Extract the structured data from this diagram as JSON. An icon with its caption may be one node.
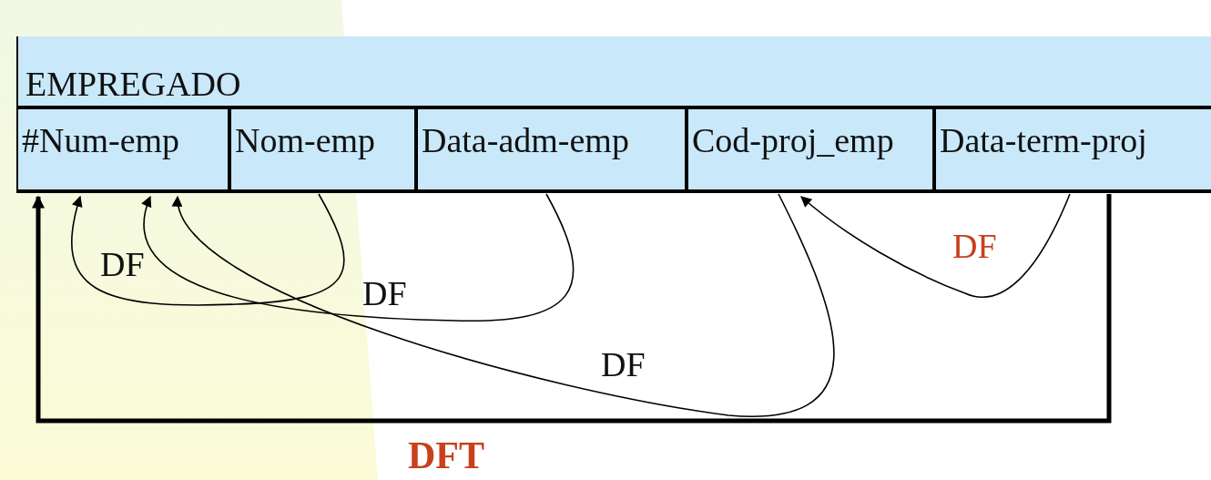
{
  "diagram": {
    "nodes": [
      {
        "text": [
          "EMPREGADO"
        ]
      },
      {
        "text": [
          "#Num-emp"
        ],
        "in": 0
      },
      {
        "text": [
          "Nom-emp"
        ],
        "in": 0
      },
      {
        "text": [
          "Data-adm-emp"
        ],
        "in": 0
      },
      {
        "text": [
          "Cod-proj_emp"
        ],
        "in": 0
      },
      {
        "text": [
          "Data-term-proj"
        ],
        "in": 0
      }
    ],
    "edges": [
      {
        "from": 2,
        "to": 1,
        "arrow": "to",
        "label": "DF"
      },
      {
        "from": 3,
        "to": 1,
        "arrow": "to",
        "label": "DF"
      },
      {
        "from": 4,
        "to": 1,
        "arrow": "to",
        "label": "DF"
      },
      {
        "from": 5,
        "to": 4,
        "arrow": "to",
        "label": "DF"
      },
      {
        "from": 5,
        "to": 1,
        "arrow": "to",
        "label": "DFT",
        "style": "thick"
      }
    ]
  }
}
